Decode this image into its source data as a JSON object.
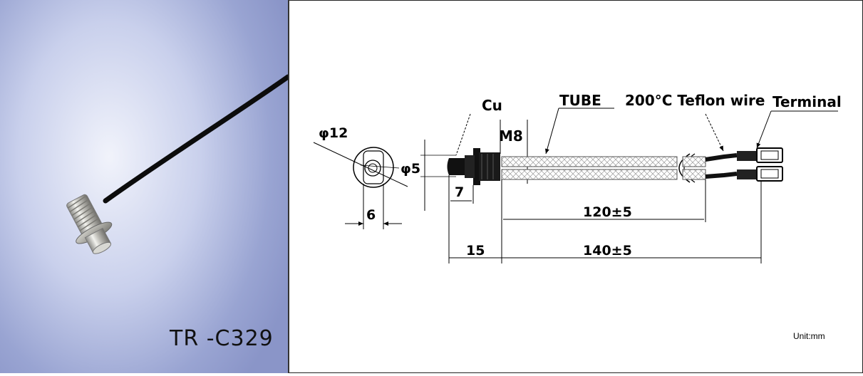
{
  "product": {
    "model": "TR -C329"
  },
  "drawing": {
    "labels": {
      "cu": "Cu",
      "tube": "TUBE",
      "wire": "200°C Teflon wire",
      "terminal": "Terminal",
      "thread": "M8",
      "flange_dia": "φ12",
      "tip_dia": "φ5",
      "flat": "6",
      "tip_len": "7",
      "head_len": "15",
      "tube_len": "120±5",
      "total_len": "140±5"
    },
    "unit": "Unit:mm"
  }
}
